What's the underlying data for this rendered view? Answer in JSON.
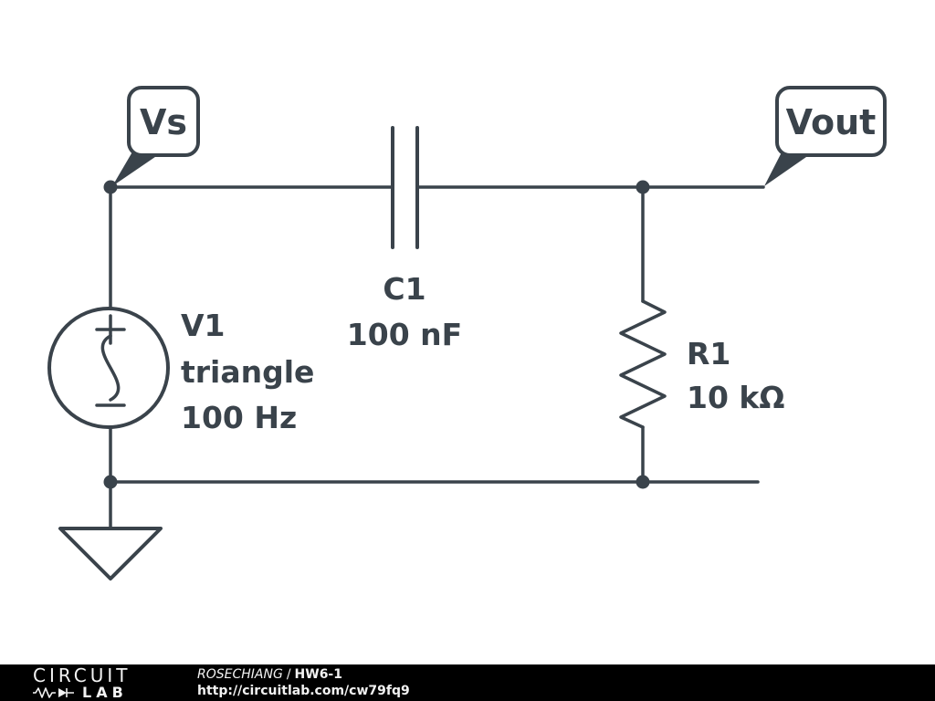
{
  "colors": {
    "line": "#3a434b",
    "background": "#ffffff",
    "footer_bg": "#000000",
    "footer_text": "#f2f2f2"
  },
  "nodes": {
    "vs": "Vs",
    "vout": "Vout"
  },
  "components": {
    "source": {
      "name": "V1",
      "waveform": "triangle",
      "frequency": "100 Hz"
    },
    "capacitor": {
      "name": "C1",
      "value": "100 nF"
    },
    "resistor": {
      "name": "R1",
      "value": "10 kΩ"
    }
  },
  "footer": {
    "logo_line1": "CIRCUIT",
    "logo_line2": "LAB",
    "author": "ROSECHIANG",
    "separator": "/",
    "title": "HW6-1",
    "url": "http://circuitlab.com/cw79fq9"
  }
}
